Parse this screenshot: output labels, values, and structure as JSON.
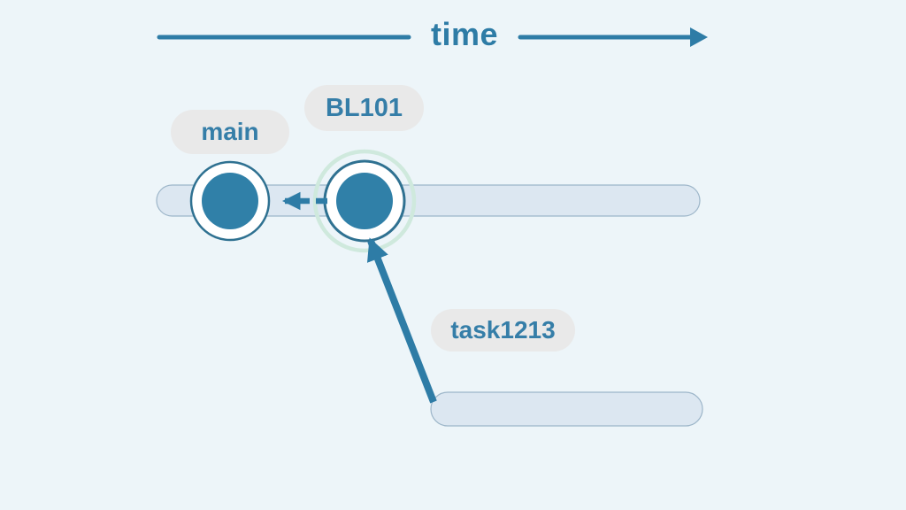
{
  "diagram": {
    "kind": "git-branch-timeline",
    "time_axis": {
      "label": "time",
      "direction": "right"
    },
    "branch_labels": [
      {
        "id": "main",
        "label": "main"
      },
      {
        "id": "bl101",
        "label": "BL101"
      },
      {
        "id": "task1213",
        "label": "task1213"
      }
    ],
    "tracks": [
      {
        "id": "main-track",
        "branch": "main",
        "row": "top"
      },
      {
        "id": "task-track",
        "branch": "task1213",
        "row": "bottom"
      }
    ],
    "commits": [
      {
        "id": "commit-main",
        "on_track": "main-track",
        "label": "main",
        "highlighted": false
      },
      {
        "id": "commit-bl101",
        "on_track": "main-track",
        "label": "BL101",
        "highlighted": true
      }
    ],
    "arrows": [
      {
        "id": "parent-arrow",
        "style": "dashed",
        "from": "commit-bl101",
        "to": "commit-main"
      },
      {
        "id": "branch-arrow",
        "style": "solid",
        "from": "task-track",
        "to": "commit-bl101"
      },
      {
        "id": "time-arrow",
        "style": "solid",
        "direction": "right"
      }
    ],
    "colors": {
      "background": "#edf5f9",
      "accent": "#2e7ca6",
      "commit_fill": "#3080a8",
      "commit_ring_stroke": "#2f7191",
      "track_fill": "#dce7f1",
      "track_border": "#9db6c9",
      "pill_background": "#e9e9e9",
      "label_text": "#357ea8",
      "highlight_glow": "#cfe9dd"
    }
  }
}
